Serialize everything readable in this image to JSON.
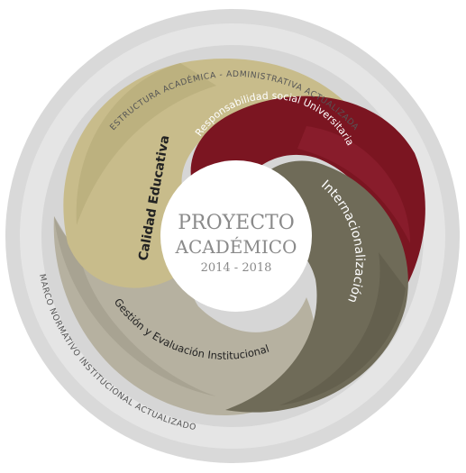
{
  "outer_ring": {
    "top_label": "ESTRUCTURA ACADÉMICA - ADMINISTRATIVA ACTUALIZADA",
    "bottom_label": "MARCO NORMATIVO INSTITUCIONAL ACTUALIZADO"
  },
  "center": {
    "line1": "PROYECTO",
    "line2": "ACADÉMICO",
    "years": "2014 - 2018"
  },
  "segments": [
    {
      "id": "calidad",
      "label": "Calidad Educativa",
      "color": "#c7bb8a"
    },
    {
      "id": "responsabilidad",
      "label": "Responsabilidad social Universitaria",
      "color": "#7a1520"
    },
    {
      "id": "internacionalizacion",
      "label": "Internacionalización",
      "color": "#6e6a58"
    },
    {
      "id": "gestion",
      "label": "Gestión y Evaluación Institucional",
      "color": "#b3ae9c"
    }
  ],
  "colors": {
    "ring_outer": "#dcdcdc",
    "ring_band": "#e6e6e6",
    "center_fill": "#ffffff",
    "center_text": "#8a8a8a"
  }
}
